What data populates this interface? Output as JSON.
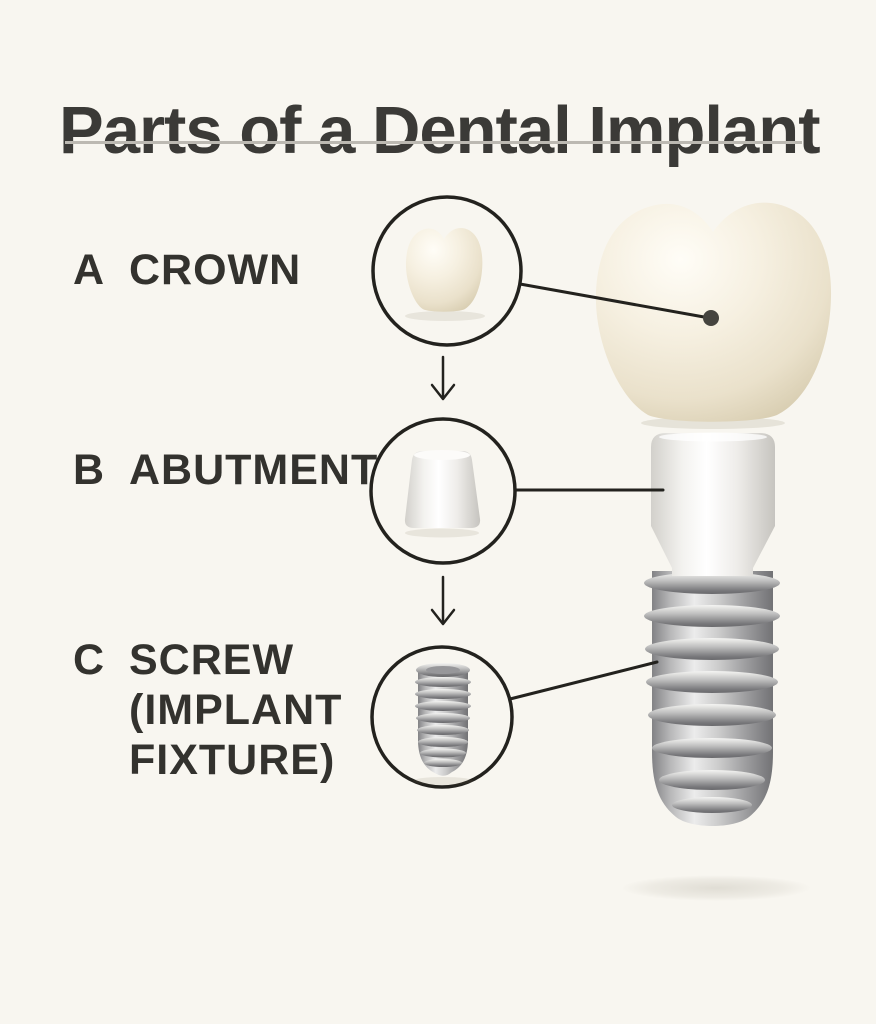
{
  "title": "Parts of a Dental Implant",
  "parts": [
    {
      "letter": "A",
      "name": "CROWN"
    },
    {
      "letter": "B",
      "name": "ABUTMENT"
    },
    {
      "letter": "C",
      "name": "SCREW (IMPLANT FIXTURE)"
    }
  ],
  "colors": {
    "background": "#f8f6f0",
    "title_text": "#3b3a37",
    "label_text": "#33322e",
    "outline_ink": "#23221e",
    "underline": "#bcb9b2",
    "crown_ivory": "#f1ead9",
    "abutment_white": "#f4f3f0",
    "screw_metal": "#9fa0a2"
  }
}
